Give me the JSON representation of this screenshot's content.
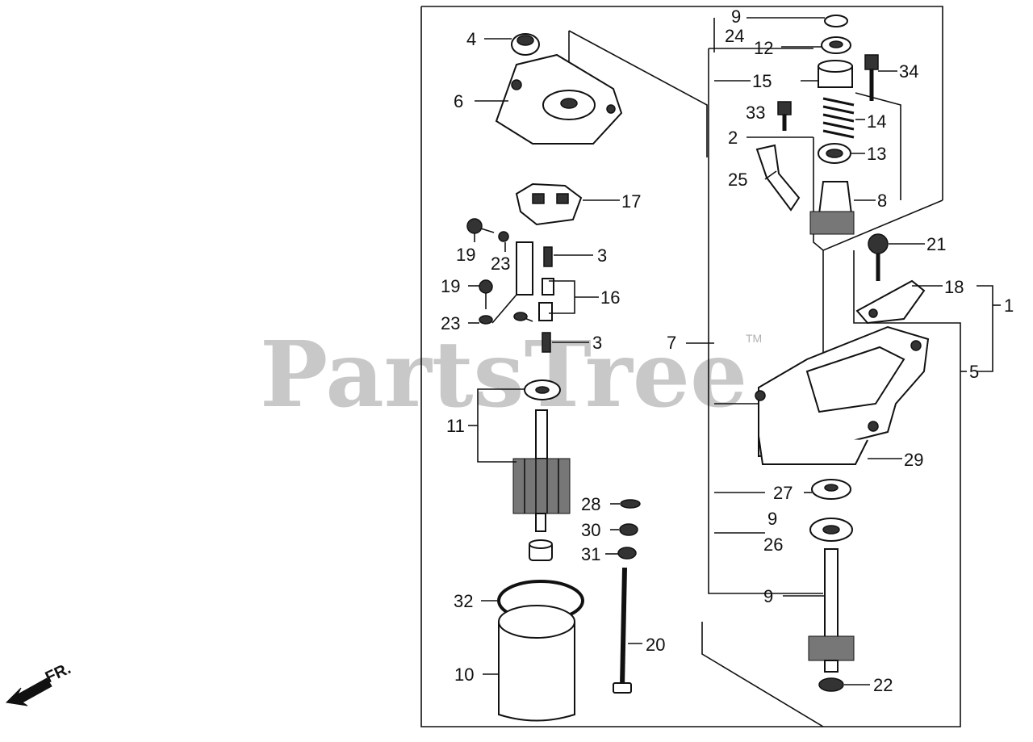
{
  "watermark": {
    "text": "PartsTree",
    "trademark": "TM"
  },
  "direction_label": "FR.",
  "callouts": [
    {
      "id": "c4",
      "text": "4"
    },
    {
      "id": "c6",
      "text": "6"
    },
    {
      "id": "c17",
      "text": "17"
    },
    {
      "id": "c19a",
      "text": "19"
    },
    {
      "id": "c23a",
      "text": "23"
    },
    {
      "id": "c3a",
      "text": "3"
    },
    {
      "id": "c19b",
      "text": "19"
    },
    {
      "id": "c16",
      "text": "16"
    },
    {
      "id": "c23b",
      "text": "23"
    },
    {
      "id": "c3b",
      "text": "3"
    },
    {
      "id": "c11",
      "text": "11"
    },
    {
      "id": "c28",
      "text": "28"
    },
    {
      "id": "c30",
      "text": "30"
    },
    {
      "id": "c31",
      "text": "31"
    },
    {
      "id": "c32",
      "text": "32"
    },
    {
      "id": "c20",
      "text": "20"
    },
    {
      "id": "c10",
      "text": "10"
    },
    {
      "id": "c9a",
      "text": "9"
    },
    {
      "id": "c24",
      "text": "24"
    },
    {
      "id": "c12",
      "text": "12"
    },
    {
      "id": "c34",
      "text": "34"
    },
    {
      "id": "c15",
      "text": "15"
    },
    {
      "id": "c33",
      "text": "33"
    },
    {
      "id": "c14",
      "text": "14"
    },
    {
      "id": "c2",
      "text": "2"
    },
    {
      "id": "c13",
      "text": "13"
    },
    {
      "id": "c25",
      "text": "25"
    },
    {
      "id": "c8",
      "text": "8"
    },
    {
      "id": "c21",
      "text": "21"
    },
    {
      "id": "c18",
      "text": "18"
    },
    {
      "id": "c1",
      "text": "1"
    },
    {
      "id": "c7",
      "text": "7"
    },
    {
      "id": "c5",
      "text": "5"
    },
    {
      "id": "c29",
      "text": "29"
    },
    {
      "id": "c27",
      "text": "27"
    },
    {
      "id": "c9b",
      "text": "9"
    },
    {
      "id": "c26",
      "text": "26"
    },
    {
      "id": "c9c",
      "text": "9"
    },
    {
      "id": "c22",
      "text": "22"
    }
  ]
}
